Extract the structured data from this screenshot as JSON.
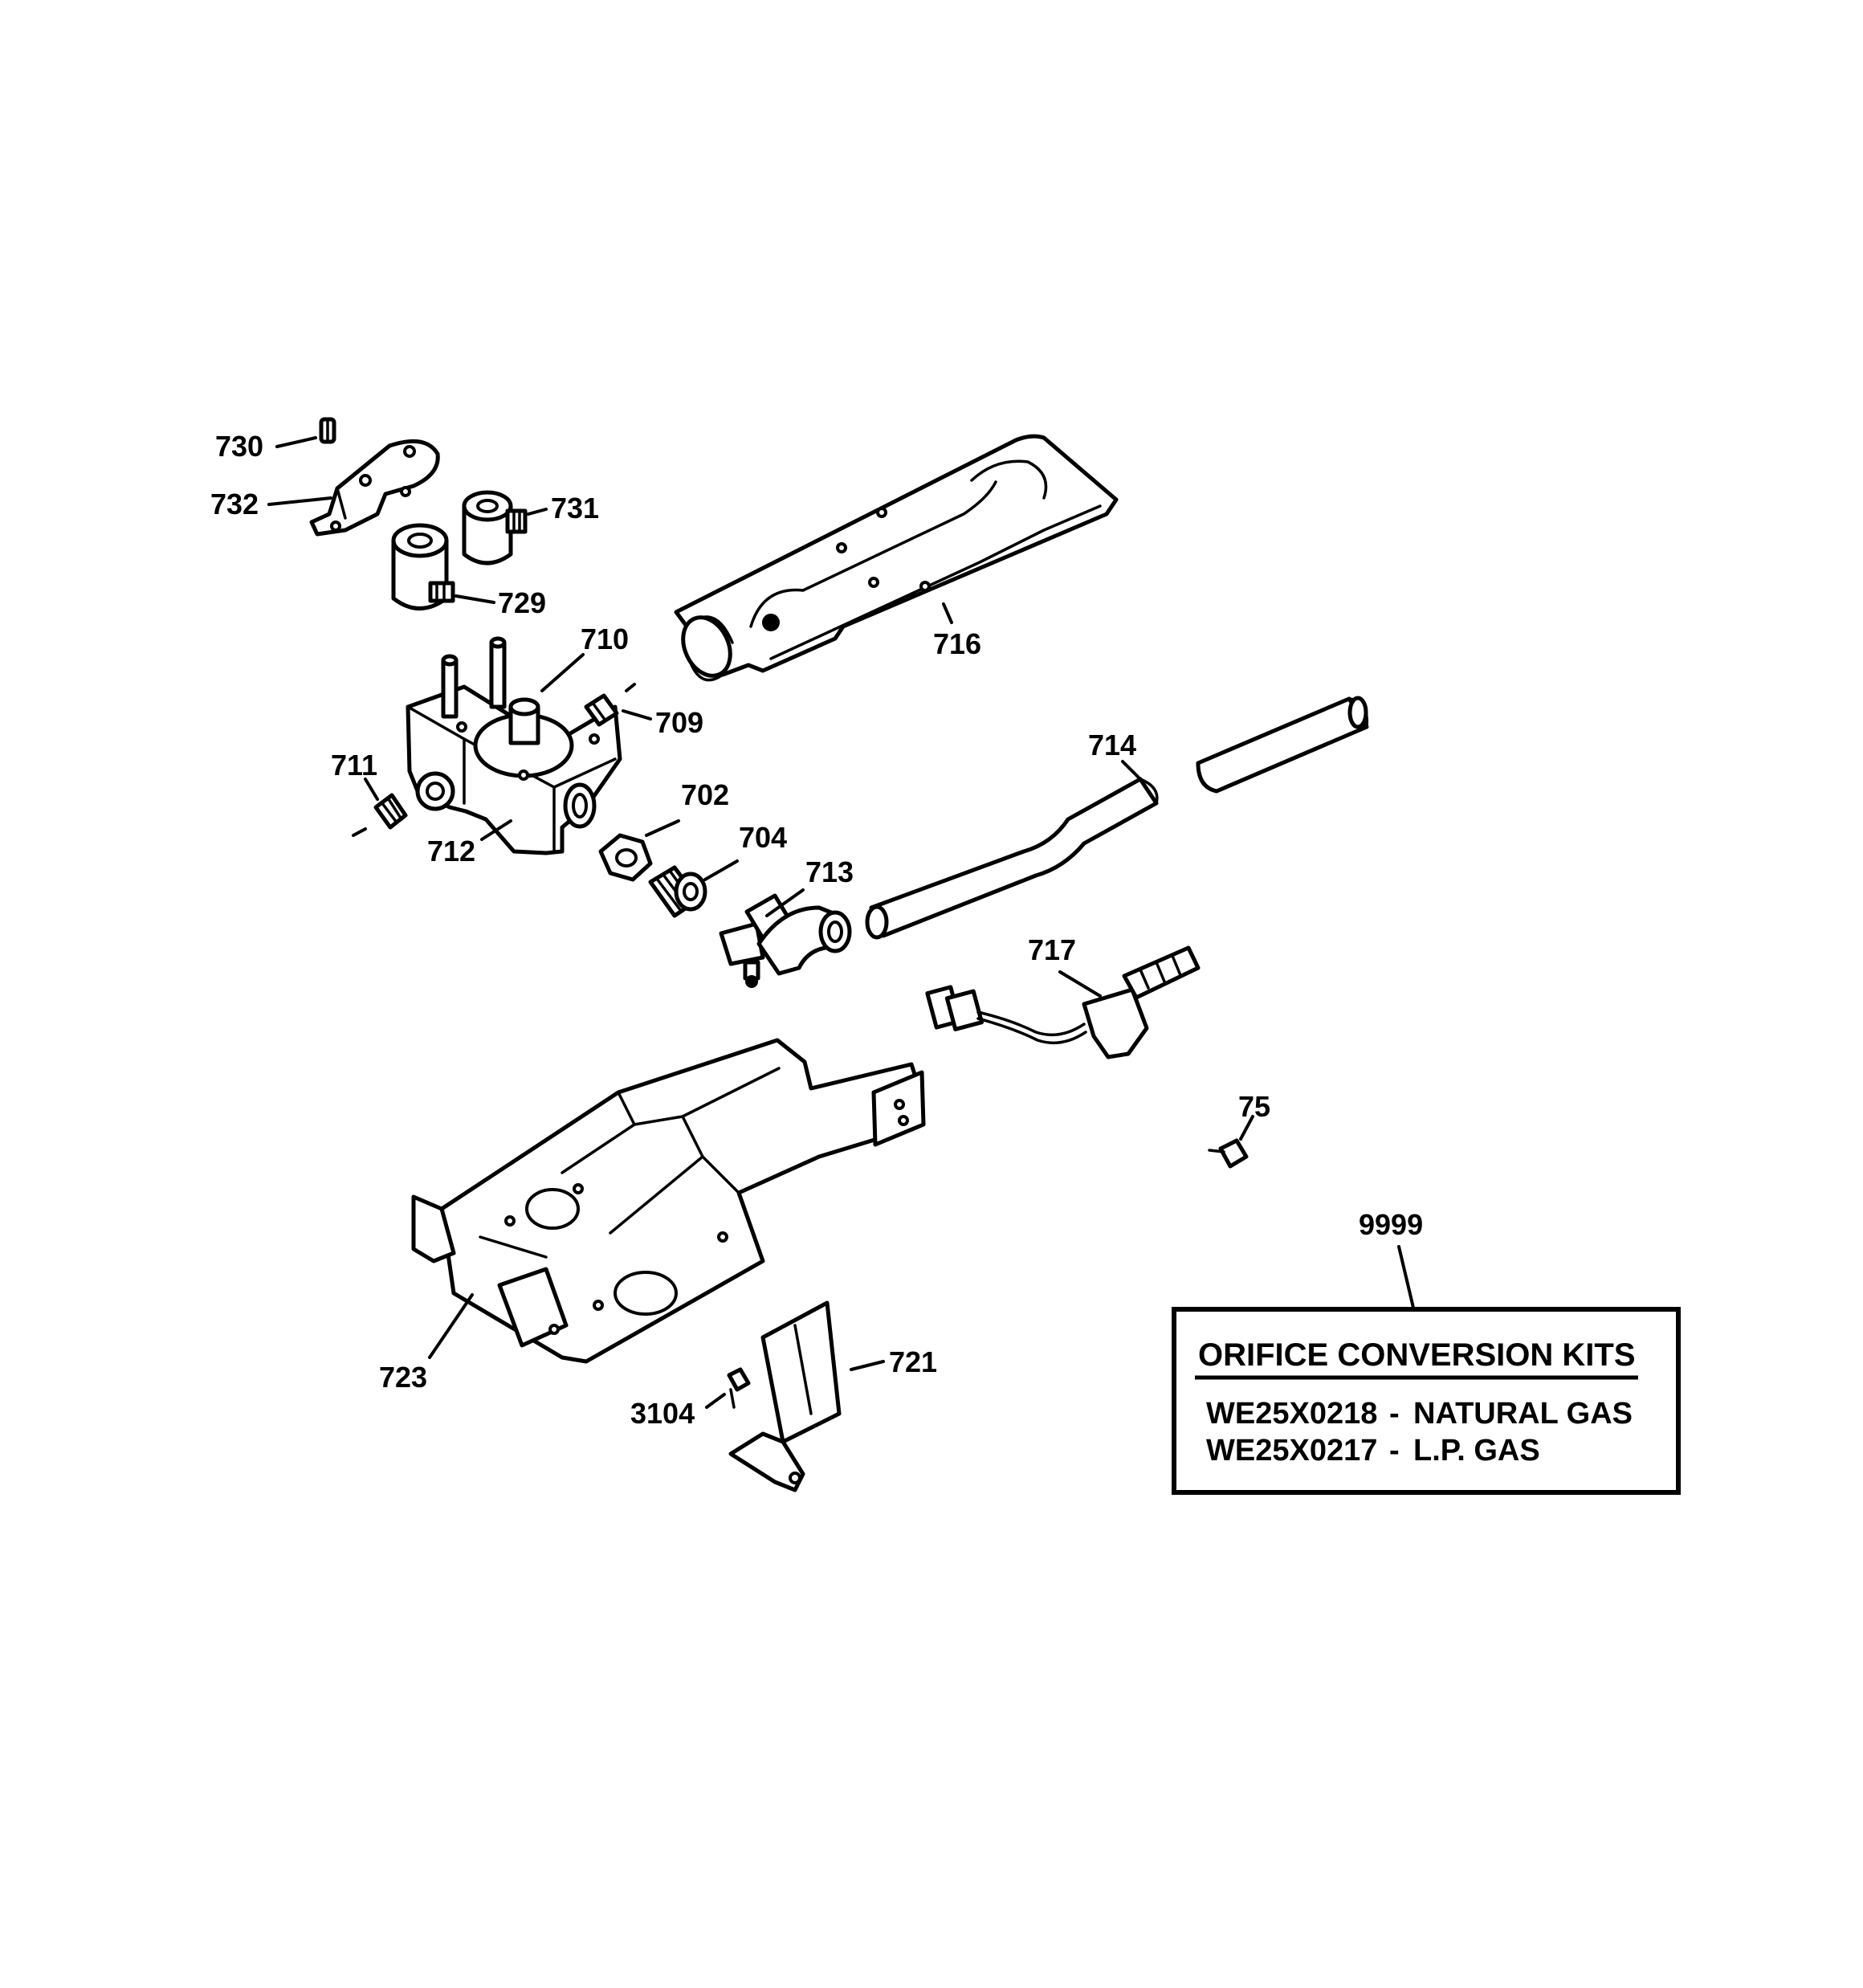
{
  "callouts": {
    "p730": "730",
    "p732": "732",
    "p731": "731",
    "p729": "729",
    "p710": "710",
    "p716": "716",
    "p709": "709",
    "p711": "711",
    "p712": "712",
    "p702": "702",
    "p704": "704",
    "p713": "713",
    "p714": "714",
    "p717": "717",
    "p75": "75",
    "p9999": "9999",
    "p723": "723",
    "p721": "721",
    "p3104": "3104"
  },
  "kit_box": {
    "title": "ORIFICE CONVERSION KITS",
    "rows": [
      {
        "part_number": "WE25X0218",
        "separator": "-",
        "description": "NATURAL GAS"
      },
      {
        "part_number": "WE25X0217",
        "separator": "-",
        "description": "L.P. GAS"
      }
    ]
  }
}
